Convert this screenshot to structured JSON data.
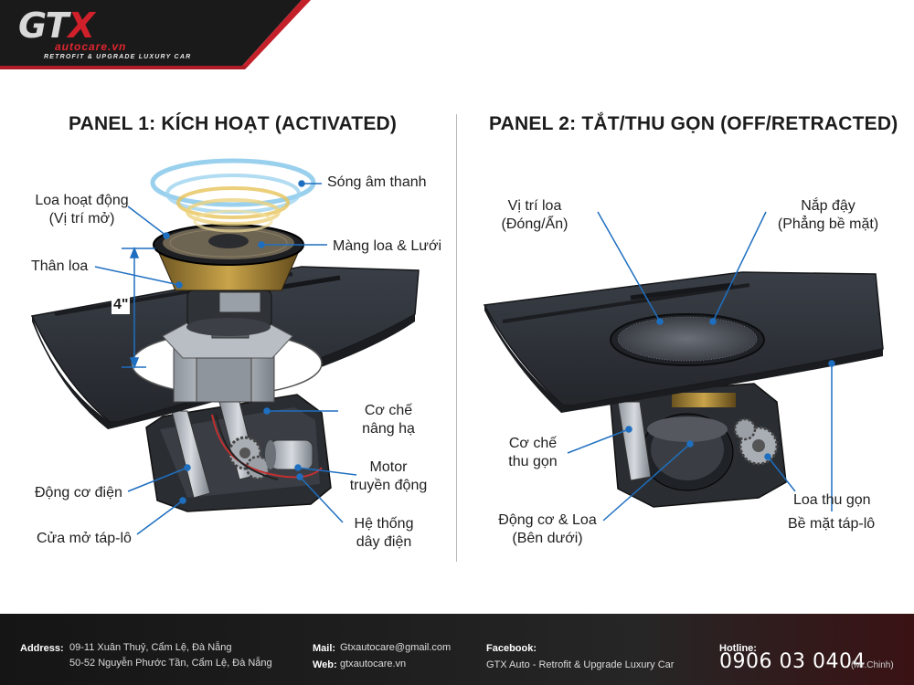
{
  "header": {
    "logo_main": "GT",
    "logo_x": "X",
    "logo_domain": "autocare.vn",
    "logo_tagline": "RETROFIT & UPGRADE LUXURY CAR"
  },
  "panel1": {
    "title": "PANEL 1: KÍCH HOẠT (ACTIVATED)",
    "labels": {
      "sound_waves": "Sóng âm thanh",
      "speaker_active_l1": "Loa hoạt động",
      "speaker_active_l2": "(Vị trí mở)",
      "cone_grille": "Màng loa & Lưới",
      "speaker_body": "Thân loa",
      "height": "4\"",
      "lift_mech_l1": "Cơ chế",
      "lift_mech_l2": "nâng hạ",
      "drive_motor_l1": "Motor",
      "drive_motor_l2": "truyền động",
      "electric_motor": "Động cơ điện",
      "wiring_l1": "Hệ thống",
      "wiring_l2": "dây điện",
      "dash_opening": "Cửa mở táp-lô"
    }
  },
  "panel2": {
    "title": "PANEL 2: TẮT/THU GỌN (OFF/RETRACTED)",
    "labels": {
      "speaker_pos_l1": "Vị trí loa",
      "speaker_pos_l2": "(Đóng/Ẩn)",
      "cover_l1": "Nắp đậy",
      "cover_l2": "(Phẳng bề mặt)",
      "retract_mech_l1": "Cơ chế",
      "retract_mech_l2": "thu gọn",
      "motor_speaker_l1": "Động cơ & Loa",
      "motor_speaker_l2": "(Bên dưới)",
      "retracted_speaker": "Loa thu gọn",
      "dash_surface": "Bề mặt táp-lô"
    }
  },
  "footer": {
    "address_label": "Address:",
    "address_line1": "09-11 Xuân Thuỷ, Cẩm Lệ, Đà Nẵng",
    "address_line2": "50-52 Nguyễn Phước Tần, Cẩm Lệ, Đà Nẵng",
    "mail_label": "Mail:",
    "mail_value": "Gtxautocare@gmail.com",
    "web_label": "Web:",
    "web_value": "gtxautocare.vn",
    "facebook_label": "Facebook:",
    "facebook_value": "GTX Auto - Retrofit & Upgrade Luxury Car",
    "hotline_label": "Hotline:",
    "hotline_number": "0906 03 0404",
    "hotline_contact": "(Mr.Chinh)"
  },
  "colors": {
    "accent_red": "#d0202a",
    "leader_blue": "#1f6fc0",
    "dash_panel": "#2b2f35",
    "wave_blue": "#7fc4e8",
    "wave_gold": "#e7c35a",
    "footer_bg": "#1b1b1b"
  }
}
